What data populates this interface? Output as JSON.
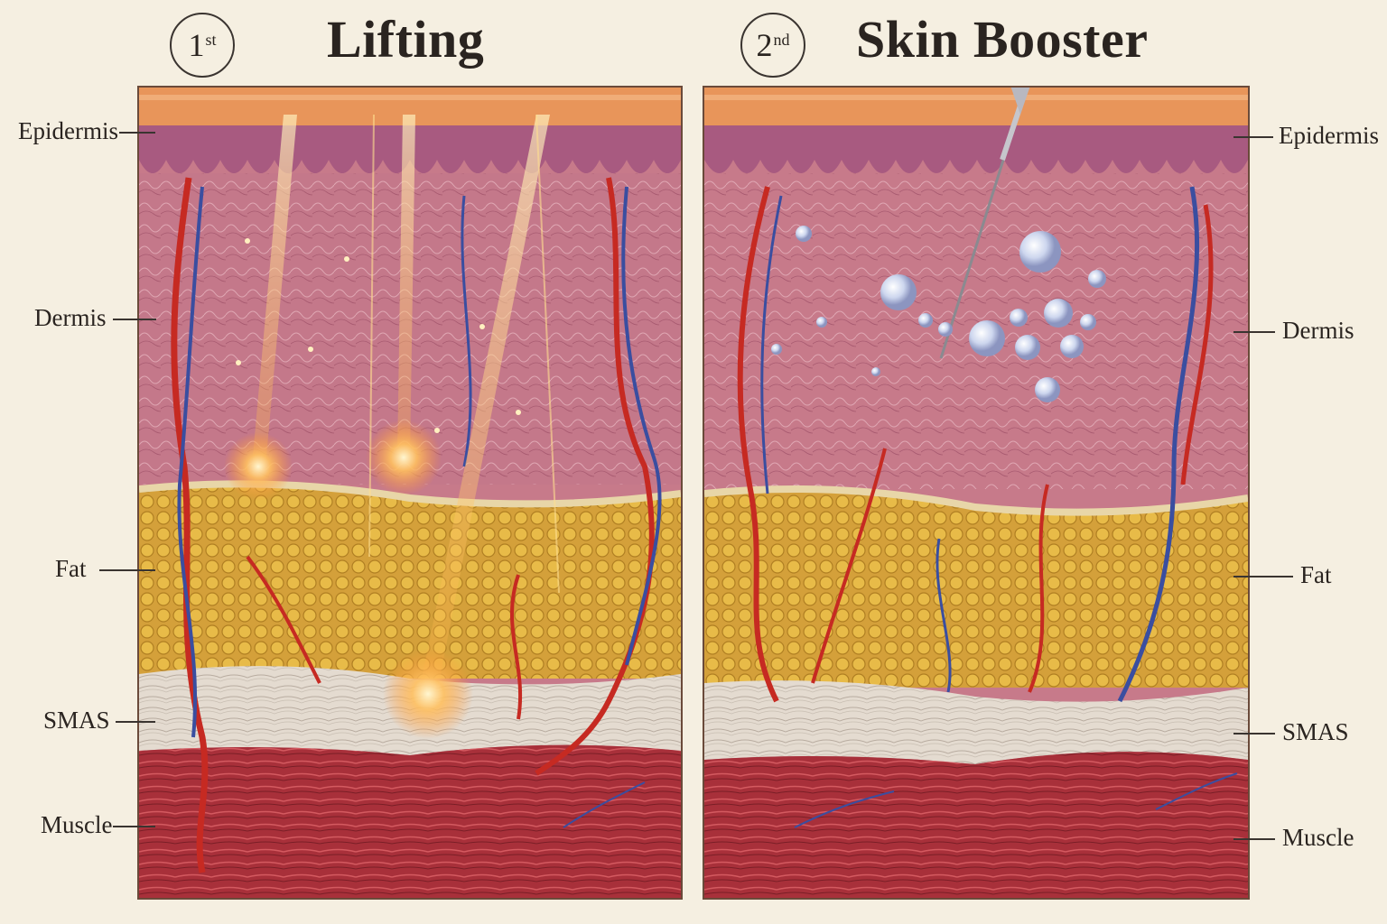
{
  "panels": [
    {
      "number": "1",
      "number_suffix": "st",
      "title": "Lifting",
      "labels": [
        "Epidermis",
        "Dermis",
        "Fat",
        "SMAS",
        "Muscle"
      ]
    },
    {
      "number": "2",
      "number_suffix": "nd",
      "title": "Skin Booster",
      "labels": [
        "Epidermis",
        "Dermis",
        "Fat",
        "SMAS",
        "Muscle"
      ]
    }
  ],
  "colors": {
    "background": "#f5efe1",
    "epidermis_top": "#e8955a",
    "epidermis": "#b86a88",
    "dermis": "#c77a8a",
    "fat": "#d9a83a",
    "smas": "#e6ddd2",
    "muscle": "#a8303a",
    "artery": "#c62a22",
    "vein": "#3a4ea0",
    "energy": "#ffb040",
    "droplet": "#dfe6f5"
  }
}
